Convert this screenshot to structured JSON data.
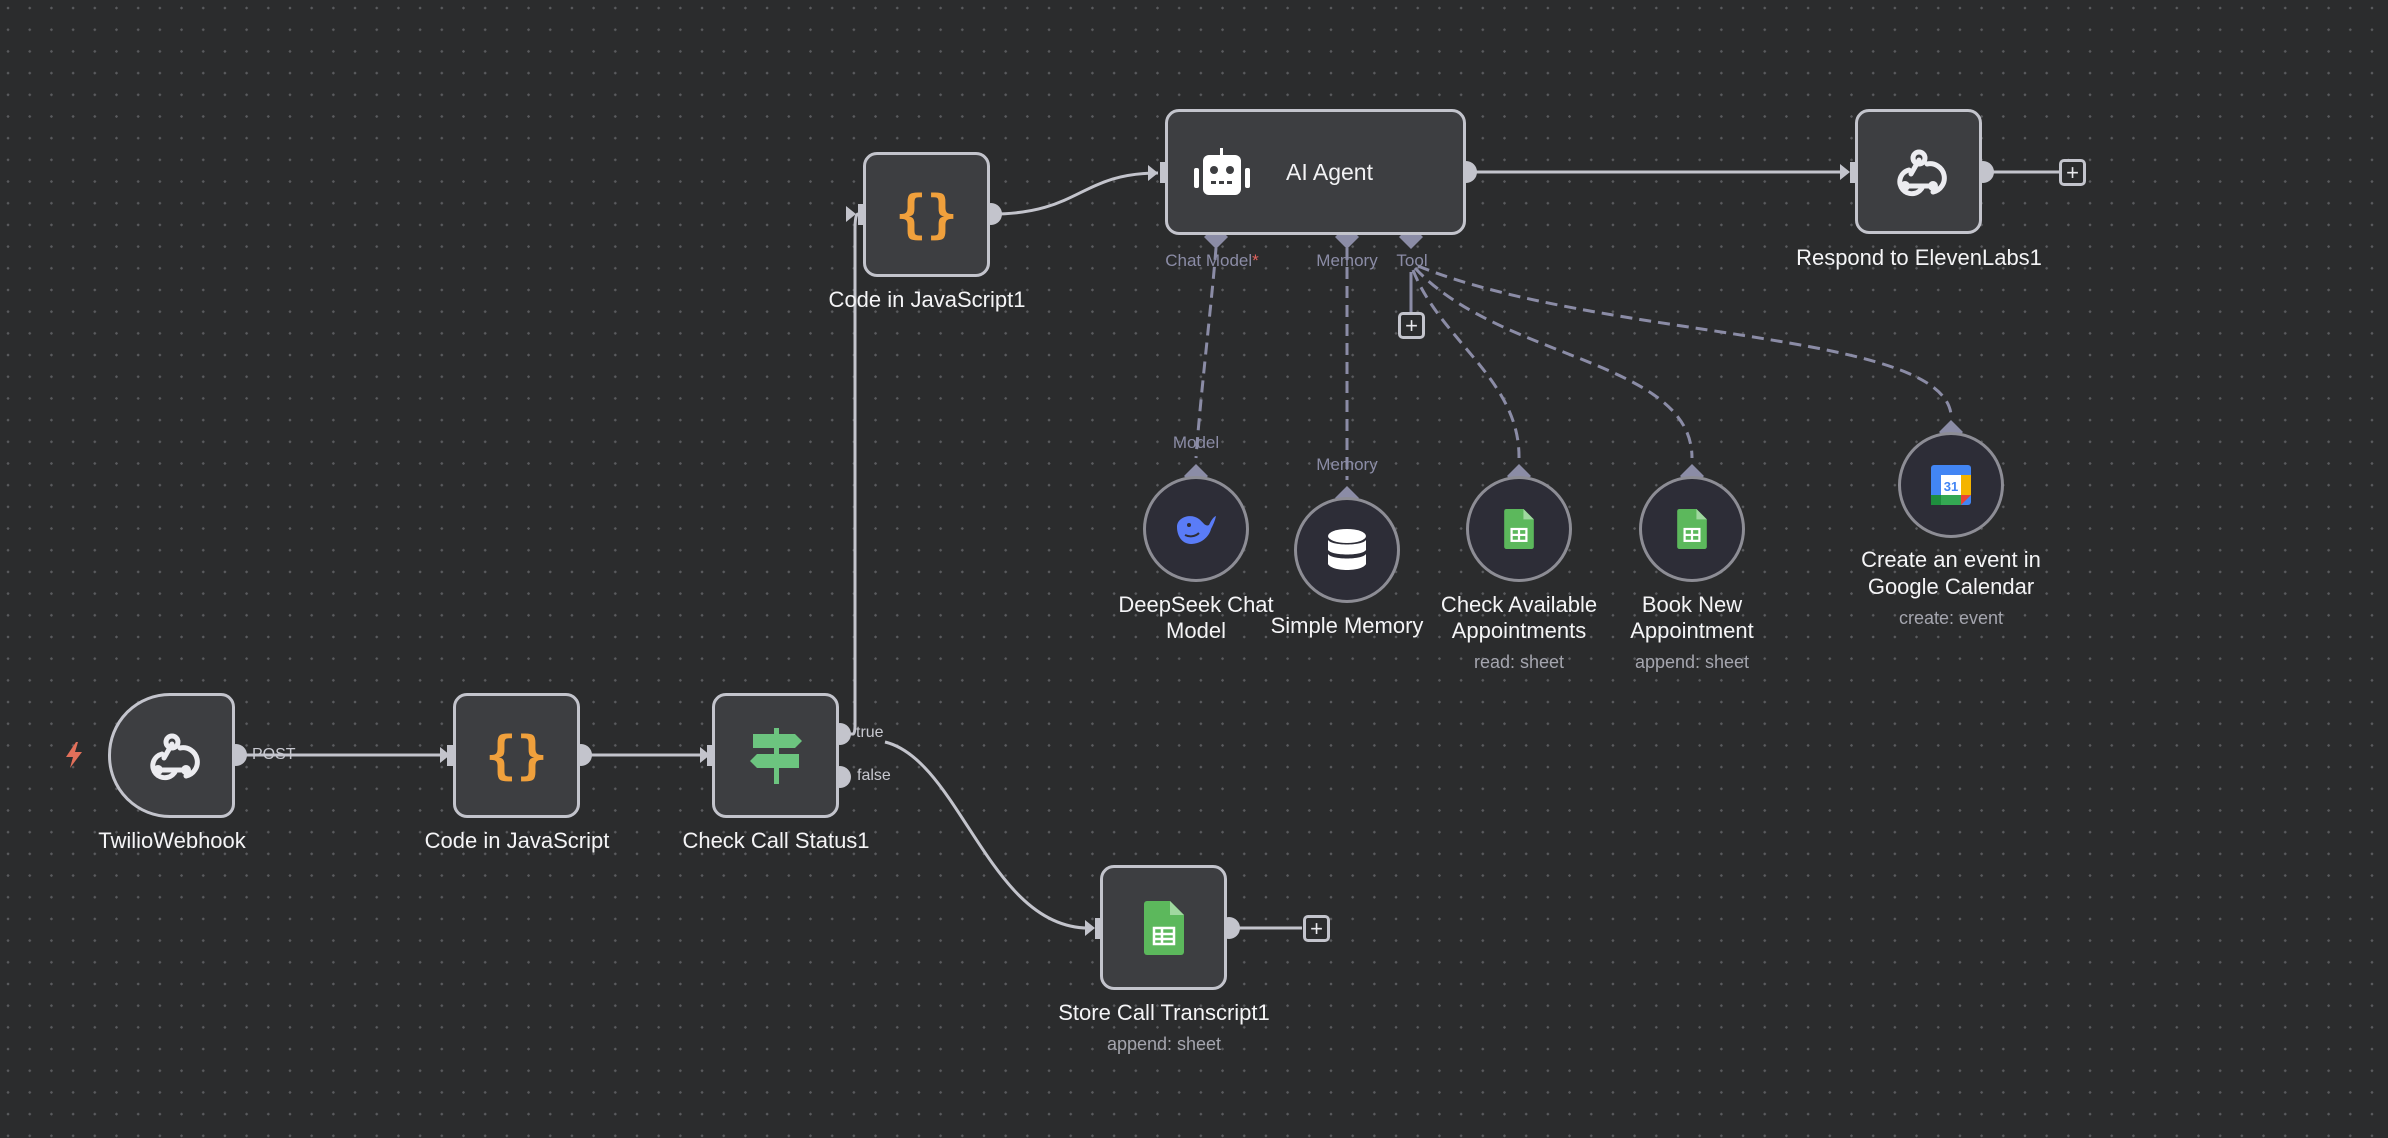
{
  "canvas": {
    "colors": {
      "background": "#2b2c2d",
      "node_fill": "#3d3e41",
      "node_border": "#c3c4cc",
      "sub_node_fill": "#2d2d37",
      "code_icon": "#f0a03c",
      "if_icon": "#6cc47f",
      "sheets_icon": "#5cb85c",
      "deepseek_icon": "#5a7cf7",
      "trigger_bolt": "#e2705a",
      "required_marker": "#e2625d"
    }
  },
  "nodes": {
    "twilio_webhook": {
      "name": "TwilioWebhook",
      "output_label": "POST",
      "icon": "webhook-icon"
    },
    "code_js": {
      "name": "Code in JavaScript",
      "icon": "code-braces-icon"
    },
    "check_call_status": {
      "name": "Check Call Status1",
      "icon": "signpost-icon",
      "outputs": [
        "true",
        "false"
      ]
    },
    "code_js1": {
      "name": "Code in JavaScript1",
      "icon": "code-braces-icon"
    },
    "ai_agent": {
      "name": "AI Agent",
      "icon": "robot-icon",
      "handles": {
        "chat_model": "Chat Model",
        "chat_model_required": "*",
        "memory": "Memory",
        "tool": "Tool"
      }
    },
    "respond_elevenlabs": {
      "name": "Respond to ElevenLabs1",
      "icon": "webhook-icon"
    },
    "store_call_transcript": {
      "name": "Store Call Transcript1",
      "subtitle": "append: sheet",
      "icon": "google-sheets-icon"
    },
    "deepseek": {
      "name_line1": "DeepSeek Chat",
      "name_line2": "Model",
      "handle_label": "Model",
      "icon": "deepseek-whale-icon"
    },
    "simple_memory": {
      "name": "Simple Memory",
      "handle_label": "Memory",
      "icon": "database-icon"
    },
    "check_available": {
      "name_line1": "Check Available",
      "name_line2": "Appointments",
      "subtitle": "read: sheet",
      "icon": "google-sheets-icon"
    },
    "book_new": {
      "name_line1": "Book New",
      "name_line2": "Appointment",
      "subtitle": "append: sheet",
      "icon": "google-sheets-icon"
    },
    "google_calendar": {
      "name_line1": "Create an event in",
      "name_line2": "Google Calendar",
      "subtitle": "create: event",
      "icon": "google-calendar-icon",
      "calendar_day": "31"
    }
  },
  "add_buttons": {
    "label": "+"
  }
}
